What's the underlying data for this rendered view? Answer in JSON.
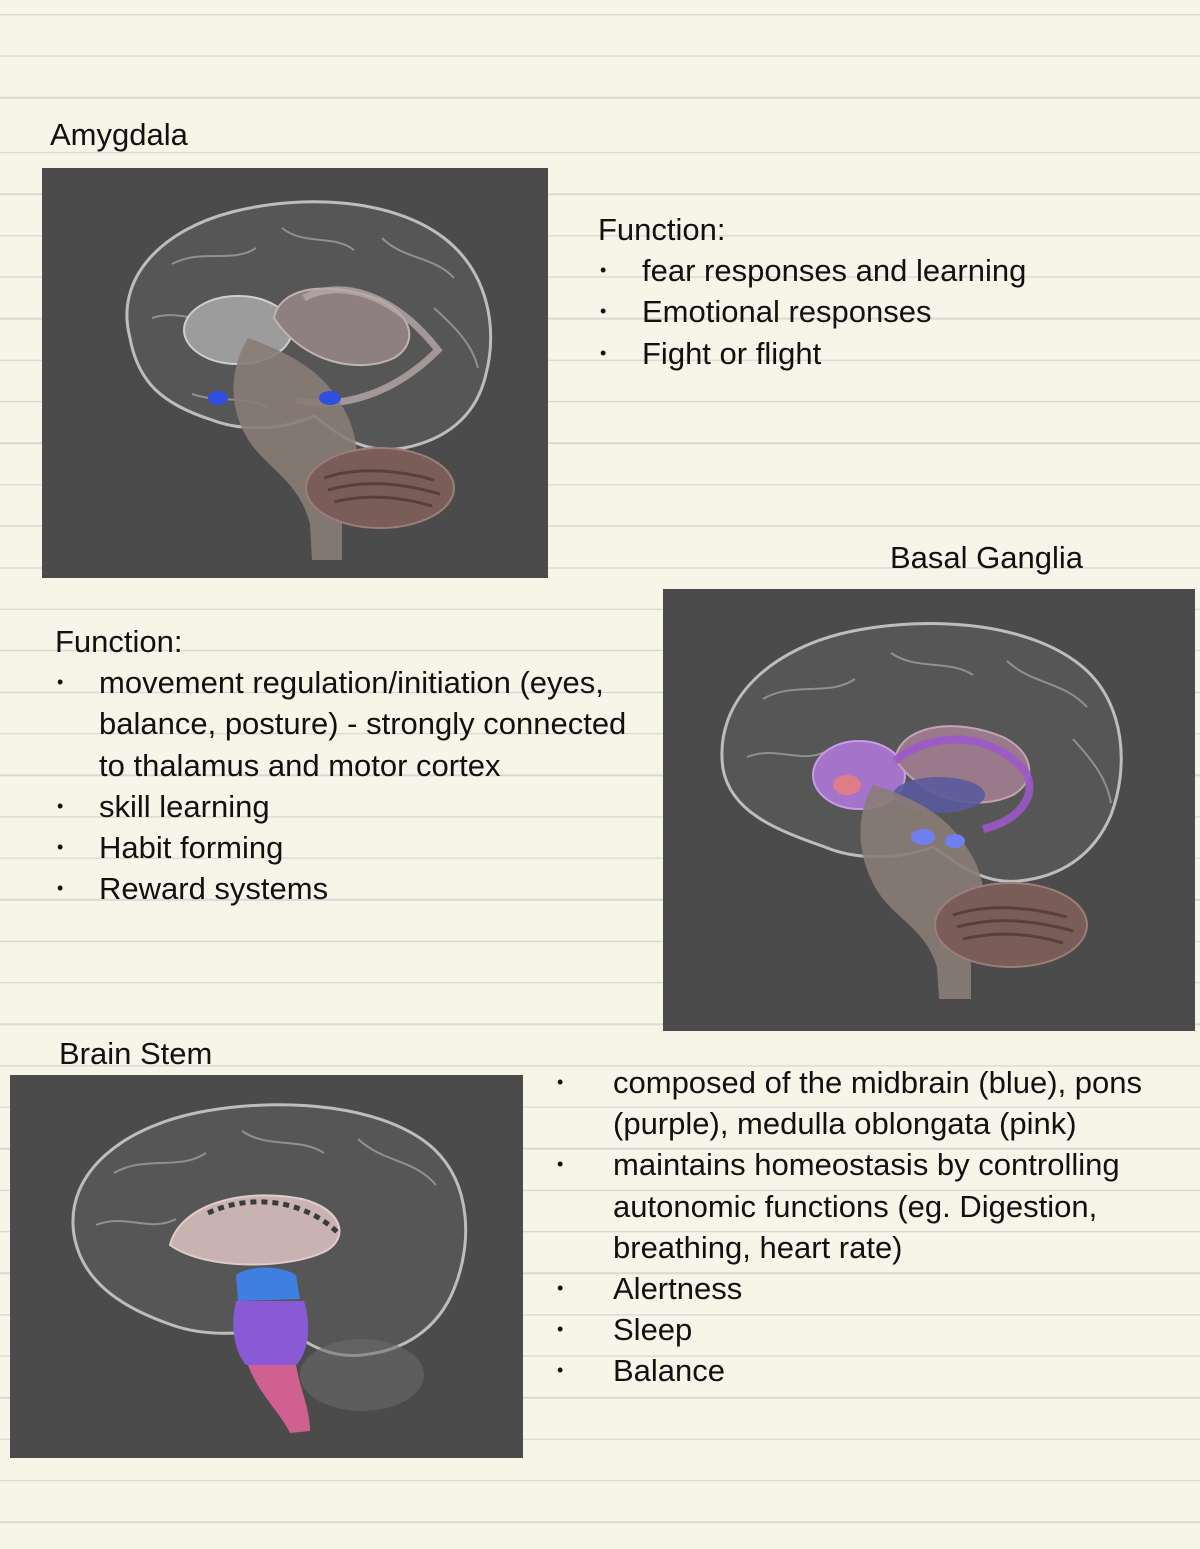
{
  "sections": {
    "amygdala": {
      "title": "Amygdala",
      "function_label": "Function:",
      "bullets": [
        "fear responses and learning",
        "Emotional responses",
        "Fight or flight"
      ]
    },
    "basal_ganglia": {
      "title": "Basal Ganglia",
      "function_label": "Function:",
      "bullets": [
        "movement regulation/initiation (eyes, balance, posture) - strongly connected to thalamus and motor cortex",
        "skill learning",
        "Habit forming",
        "Reward systems"
      ]
    },
    "brain_stem": {
      "title": "Brain Stem",
      "bullets": [
        "composed of the midbrain (blue), pons (purple), medulla oblongata (pink)",
        "maintains homeostasis by controlling autonomic functions (eg. Digestion, breathing, heart rate)",
        "Alertness",
        "Sleep",
        "Balance"
      ]
    }
  },
  "colors": {
    "paper": "#f7f4e8",
    "rule_line": "#d9d9d4",
    "image_background": "#4b4b4b",
    "amygdala_highlight": "#2f4fe0",
    "basal_ganglia_highlight": "#9b59c9",
    "midbrain_blue": "#3f7fe0",
    "pons_purple": "#8a5ad6",
    "medulla_pink": "#d0608f"
  }
}
